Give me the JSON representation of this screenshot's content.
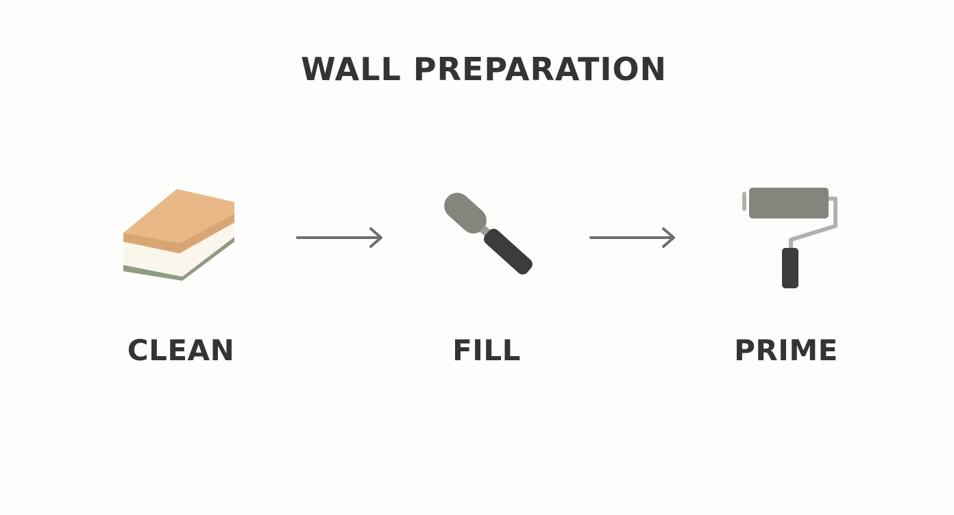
{
  "title": "WALL PREPARATION",
  "steps": [
    {
      "label": "CLEAN",
      "icon": "sponge-icon"
    },
    {
      "label": "FILL",
      "icon": "putty-knife-icon"
    },
    {
      "label": "PRIME",
      "icon": "paint-roller-icon"
    }
  ],
  "colors": {
    "text": "#333436",
    "arrow": "#6e6e6c",
    "sponge_top": "#e8b987",
    "sponge_mid": "#fbf6ec",
    "sponge_base": "#8e9c84",
    "tool_gray": "#83867c",
    "handle_dark": "#3c3c3e",
    "frame_gray": "#b2b0ad"
  }
}
